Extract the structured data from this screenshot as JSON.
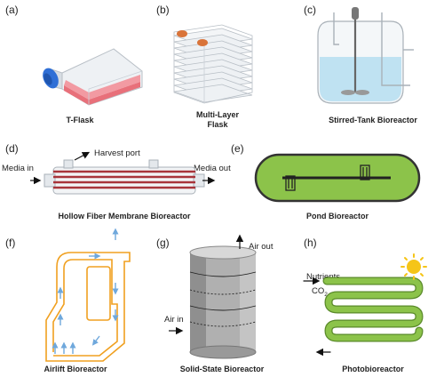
{
  "panels": [
    {
      "letter": "(a)",
      "caption": "T-Flask"
    },
    {
      "letter": "(b)",
      "caption": "Multi-Layer\nFlask"
    },
    {
      "letter": "(c)",
      "caption": "Stirred-Tank Bioreactor"
    },
    {
      "letter": "(d)",
      "caption": "Hollow Fiber Membrane Bioreactor"
    },
    {
      "letter": "(e)",
      "caption": "Pond Bioreactor"
    },
    {
      "letter": "(f)",
      "caption": "Airlift Bioreactor"
    },
    {
      "letter": "(g)",
      "caption": "Solid-State Bioreactor"
    },
    {
      "letter": "(h)",
      "caption": "Photobioreactor"
    }
  ],
  "labels": {
    "harvest_port": "Harvest port",
    "media_in": "Media in",
    "media_out": "Media out",
    "air_out": "Air out",
    "air_in": "Air in",
    "nutrients": "Nutrients",
    "co2": "CO",
    "co2_sub": "2"
  },
  "colors": {
    "flask_liquid": "#e8707a",
    "flask_cap": "#2f6fd6",
    "ml_cap": "#d9743a",
    "tank_liquid": "#bfe2f2",
    "fiber": "#a8343a",
    "pond_green": "#8cc34a",
    "pond_dark": "#222222",
    "airlift_orange": "#f0a020",
    "airlift_arrow": "#6fa8dc",
    "solid_state_gray": "#9a9a9a",
    "photo_tube": "#8cc34a",
    "sun": "#f5c518"
  },
  "icons": [
    "sun-icon",
    "arrow-icon"
  ]
}
